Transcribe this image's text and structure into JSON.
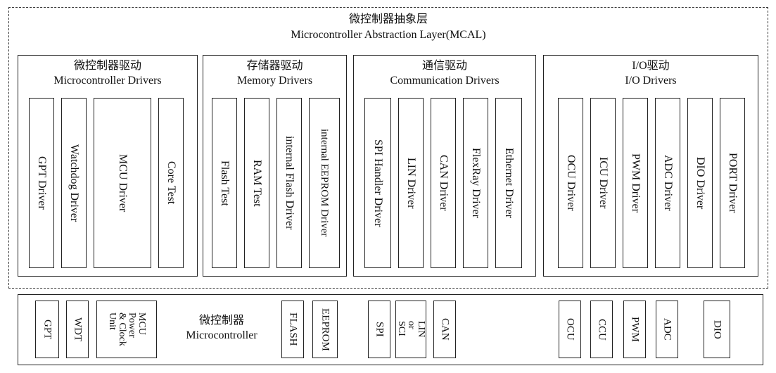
{
  "mcal": {
    "title_cn": "微控制器抽象层",
    "title_en": "Microcontroller Abstraction Layer(MCAL)"
  },
  "groups": [
    {
      "title_cn": "微控制器驱动",
      "title_en": "Microcontroller Drivers",
      "drivers": [
        "GPT Driver",
        "Watchdog Driver",
        "MCU Driver",
        "Core Test"
      ]
    },
    {
      "title_cn": "存储器驱动",
      "title_en": "Memory Drivers",
      "drivers": [
        "Flash Test",
        "RAM Test",
        "internal Flash Driver",
        "internal EEPROM Driver"
      ]
    },
    {
      "title_cn": "通信驱动",
      "title_en": "Communication Drivers",
      "drivers": [
        "SPI Handler Driver",
        "LIN Driver",
        "CAN Driver",
        "FlexRay Driver",
        "Ethernet Driver"
      ]
    },
    {
      "title_cn": "I/O驱动",
      "title_en": "I/O Drivers",
      "drivers": [
        "OCU Driver",
        "ICU Driver",
        "PWM Driver",
        "ADC Driver",
        "DIO Driver",
        "PORT Driver"
      ]
    }
  ],
  "microcontroller": {
    "label_cn": "微控制器",
    "label_en": "Microcontroller",
    "blocks": [
      "GPT",
      "WDT",
      "MCU\nPower\n& Clock\nUnit",
      "FLASH",
      "EEPROM",
      "SPI",
      "LIN\nor\nSCI",
      "CAN",
      "OCU",
      "CCU",
      "PWM",
      "ADC",
      "DIO"
    ]
  }
}
